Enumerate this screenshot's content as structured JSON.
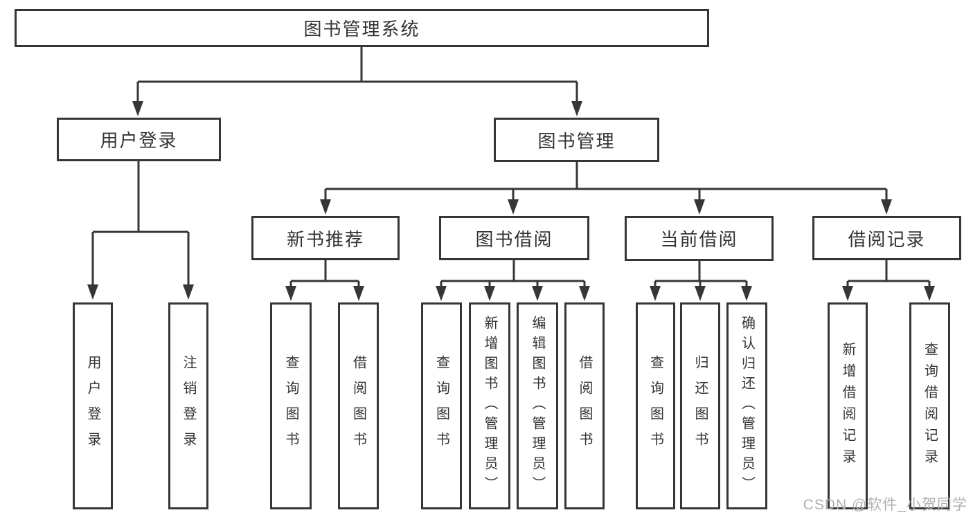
{
  "colors": {
    "line": "#363636",
    "box_border": "#363636",
    "text": "#333333",
    "watermark": "#b0b0b0",
    "background": "#ffffff"
  },
  "root": {
    "label": "图书管理系统"
  },
  "branches": [
    {
      "label": "用户登录",
      "children": [
        {
          "label": "用户登录"
        },
        {
          "label": "注销登录"
        }
      ]
    },
    {
      "label": "图书管理",
      "children": [
        {
          "label": "新书推荐",
          "children": [
            {
              "label": "查询图书"
            },
            {
              "label": "借阅图书"
            }
          ]
        },
        {
          "label": "图书借阅",
          "children": [
            {
              "label": "查询图书"
            },
            {
              "label": "新增图书（管理员）"
            },
            {
              "label": "编辑图书（管理员）"
            },
            {
              "label": "借阅图书"
            }
          ]
        },
        {
          "label": "当前借阅",
          "children": [
            {
              "label": "查询图书"
            },
            {
              "label": "归还图书"
            },
            {
              "label": "确认归还（管理员）"
            }
          ]
        },
        {
          "label": "借阅记录",
          "children": [
            {
              "label": "新增借阅记录"
            },
            {
              "label": "查询借阅记录"
            }
          ]
        }
      ]
    }
  ],
  "watermark": {
    "text": "CSDN @软件_小贺同学"
  }
}
